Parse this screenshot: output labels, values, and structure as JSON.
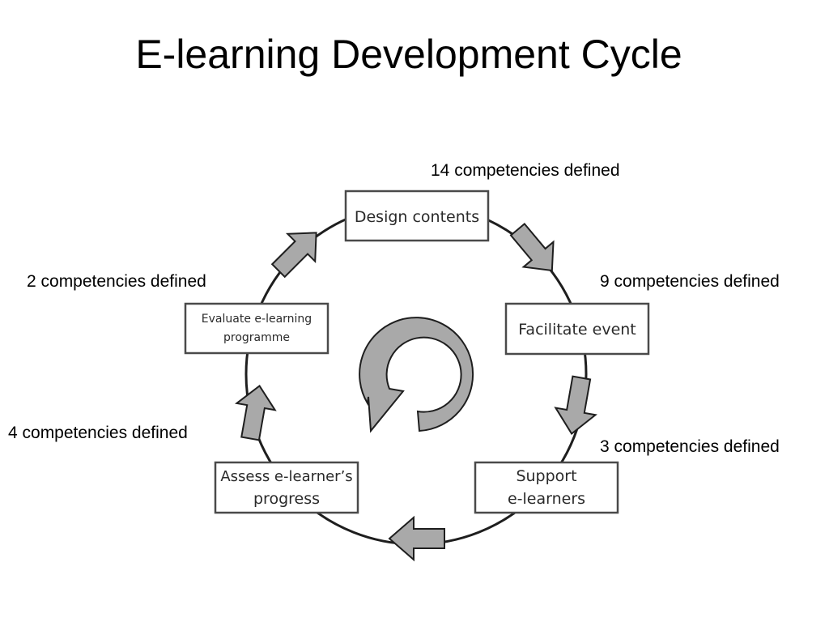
{
  "title": "E-learning Development Cycle",
  "steps": [
    {
      "lines": [
        "Design contents"
      ]
    },
    {
      "lines": [
        "Facilitate event"
      ]
    },
    {
      "lines": [
        "Support",
        "e-learners"
      ]
    },
    {
      "lines": [
        "Assess e-learner’s",
        "progress"
      ]
    },
    {
      "lines": [
        "Evaluate e-learning",
        "programme"
      ]
    }
  ],
  "notes": [
    "14 competencies defined",
    "9 competencies defined",
    "3 competencies defined",
    "4 competencies defined",
    "2 competencies defined"
  ],
  "colors": {
    "arrow_fill": "#a9a9a9",
    "outline": "#1e1e1e"
  }
}
